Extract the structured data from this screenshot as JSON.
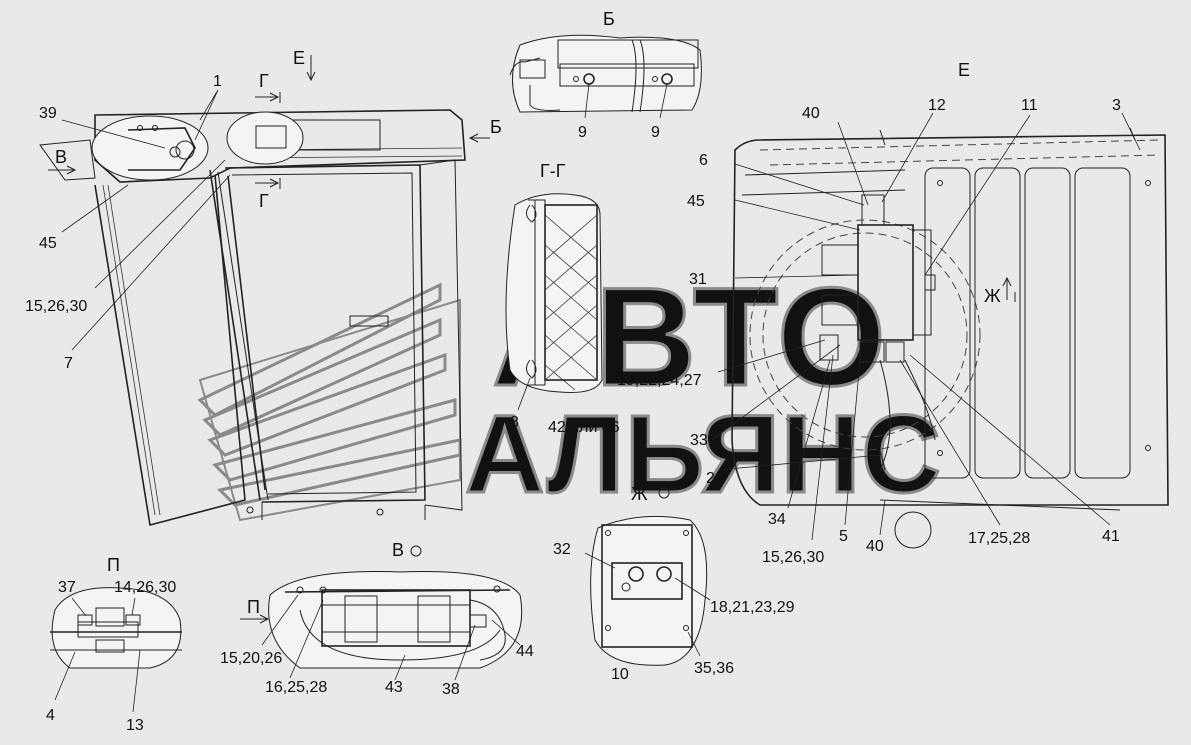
{
  "watermark": {
    "line1": "АВТО",
    "line2": "АЛЬЯНС"
  },
  "view_titles": {
    "b": "Б",
    "e_main": "Е",
    "gg": "Г-Г",
    "zh": "Ж",
    "v": "В",
    "p": "П"
  },
  "section_marks": {
    "e_arrow": "Е",
    "g_top": "Г",
    "g_bottom": "Г",
    "b_arrow": "Б",
    "v_arrow": "В",
    "zh_arrow": "Ж",
    "p_arrow": "П"
  },
  "callouts": {
    "c1": "1",
    "c39": "39",
    "c45a": "45",
    "c15_26_30a": "15,26,30",
    "c7": "7",
    "c9a": "9",
    "c9b": "9",
    "c8": "8",
    "c42_46": "42 или 46",
    "c40a": "40",
    "c12": "12",
    "c11": "11",
    "c3": "3",
    "c6": "6",
    "c45b": "45",
    "c31": "31",
    "c19_22_24_27": "19,22,24,27",
    "c33": "33",
    "c2": "2",
    "c34": "34",
    "c15_26_30b": "15,26,30",
    "c5": "5",
    "c40b": "40",
    "c17_25_28": "17,25,28",
    "c41": "41",
    "c37": "37",
    "c14_26_30": "14,26,30",
    "c4": "4",
    "c13": "13",
    "c15_20_26": "15,20,26",
    "c16_25_28": "16,25,28",
    "c43": "43",
    "c38": "38",
    "c44": "44",
    "c32": "32",
    "c18_21_23_29": "18,21,23,29",
    "c10": "10",
    "c35_36": "35,36"
  },
  "colors": {
    "ink": "#222222",
    "paper": "#e9e9e9",
    "watermark": "#9a9a9a"
  }
}
